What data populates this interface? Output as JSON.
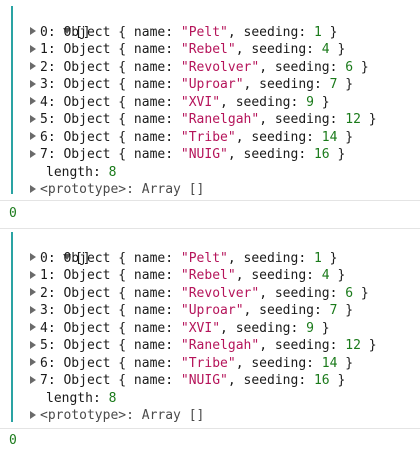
{
  "outputs": [
    {
      "open_bracket": "[]",
      "items": [
        {
          "index": "0",
          "type": "Object",
          "name": "\"Pelt\"",
          "seeding": "1"
        },
        {
          "index": "1",
          "type": "Object",
          "name": "\"Rebel\"",
          "seeding": "4"
        },
        {
          "index": "2",
          "type": "Object",
          "name": "\"Revolver\"",
          "seeding": "6"
        },
        {
          "index": "3",
          "type": "Object",
          "name": "\"Uproar\"",
          "seeding": "7"
        },
        {
          "index": "4",
          "type": "Object",
          "name": "\"XVI\"",
          "seeding": "9"
        },
        {
          "index": "5",
          "type": "Object",
          "name": "\"Ranelgah\"",
          "seeding": "12"
        },
        {
          "index": "6",
          "type": "Object",
          "name": "\"Tribe\"",
          "seeding": "14"
        },
        {
          "index": "7",
          "type": "Object",
          "name": "\"NUIG\"",
          "seeding": "16"
        }
      ],
      "length_key": "length",
      "length_value": "8",
      "prototype_key": "<prototype>",
      "prototype_value": "Array []",
      "result": "0"
    },
    {
      "open_bracket": "[]",
      "items": [
        {
          "index": "0",
          "type": "Object",
          "name": "\"Pelt\"",
          "seeding": "1"
        },
        {
          "index": "1",
          "type": "Object",
          "name": "\"Rebel\"",
          "seeding": "4"
        },
        {
          "index": "2",
          "type": "Object",
          "name": "\"Revolver\"",
          "seeding": "6"
        },
        {
          "index": "3",
          "type": "Object",
          "name": "\"Uproar\"",
          "seeding": "7"
        },
        {
          "index": "4",
          "type": "Object",
          "name": "\"XVI\"",
          "seeding": "9"
        },
        {
          "index": "5",
          "type": "Object",
          "name": "\"Ranelgah\"",
          "seeding": "12"
        },
        {
          "index": "6",
          "type": "Object",
          "name": "\"Tribe\"",
          "seeding": "14"
        },
        {
          "index": "7",
          "type": "Object",
          "name": "\"NUIG\"",
          "seeding": "16"
        }
      ],
      "length_key": "length",
      "length_value": "8",
      "prototype_key": "<prototype>",
      "prototype_value": "Array []",
      "result": "0"
    }
  ],
  "colors": {
    "string": "#b5145a",
    "number": "#1a7a1a",
    "gutter": "#2aa3a3"
  }
}
